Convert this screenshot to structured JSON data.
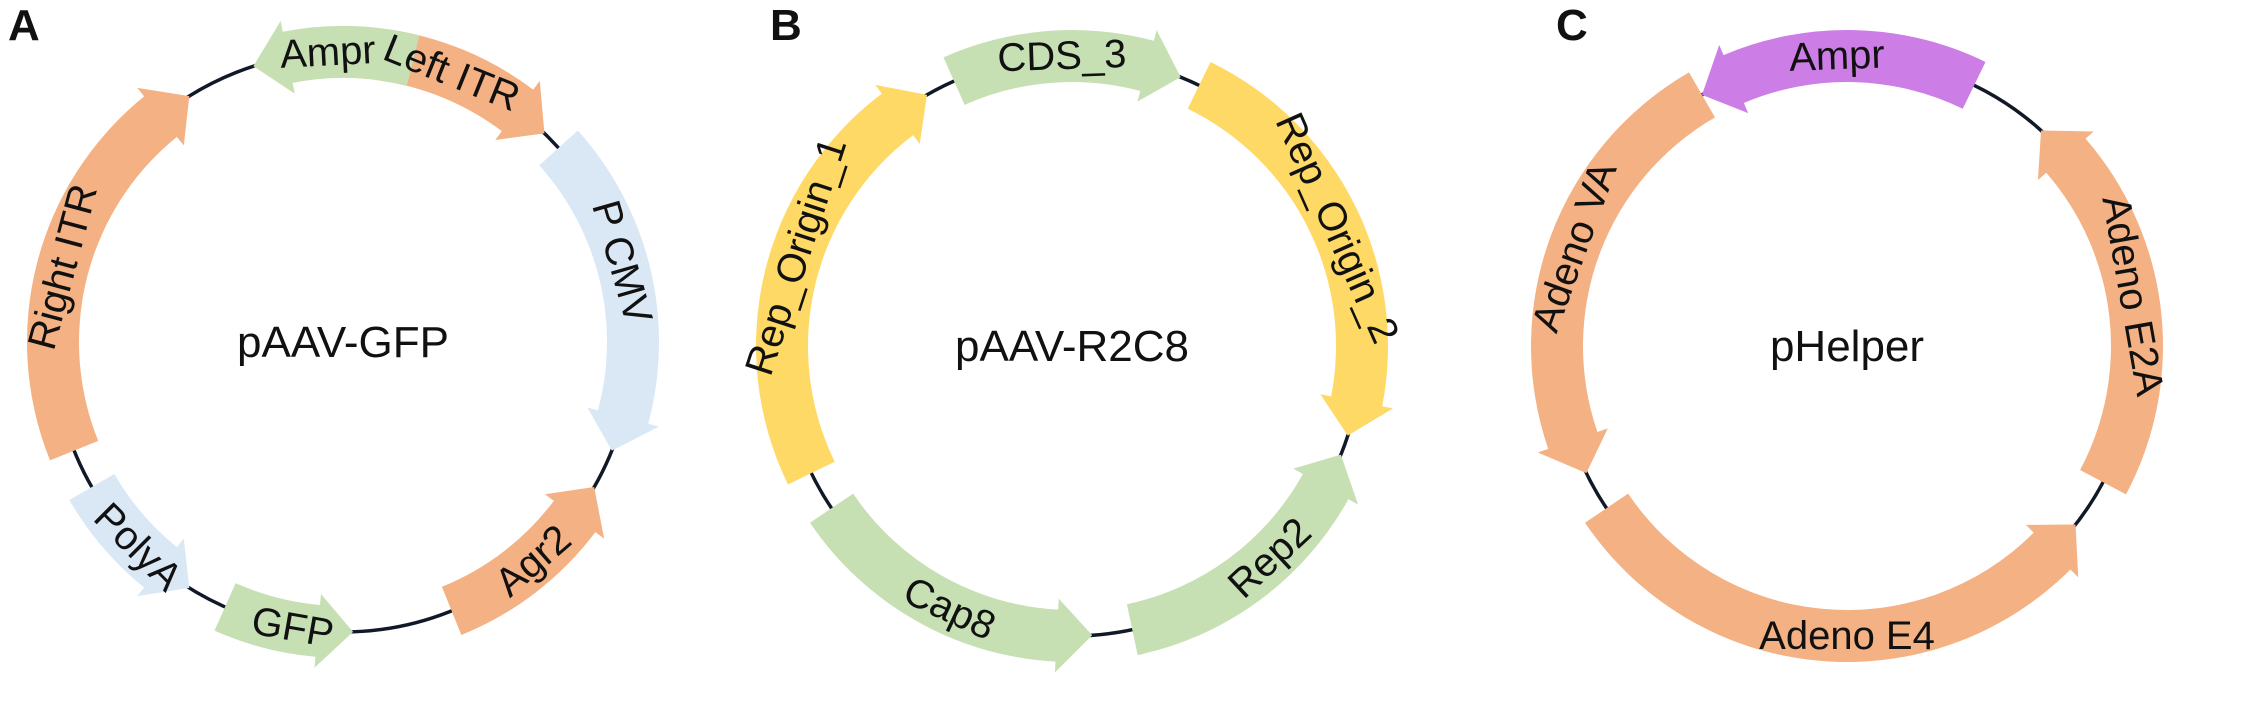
{
  "figure": {
    "panels": [
      {
        "letter": "A",
        "name": "pAAV-GFP",
        "features": [
          {
            "label": "Ampr",
            "direction": "ccw",
            "color": "#c6e0b4"
          },
          {
            "label": "Left ITR",
            "direction": "cw",
            "color": "#f4b183"
          },
          {
            "label": "P CMV",
            "direction": "cw",
            "color": "#dae8f5"
          },
          {
            "label": "Agr2",
            "direction": "ccw",
            "color": "#f4b183"
          },
          {
            "label": "GFP",
            "direction": "ccw",
            "color": "#c6e0b4"
          },
          {
            "label": "PolyA",
            "direction": "ccw",
            "color": "#dae8f5"
          },
          {
            "label": "Right ITR",
            "direction": "cw",
            "color": "#f4b183"
          }
        ]
      },
      {
        "letter": "B",
        "name": "pAAV-R2C8",
        "features": [
          {
            "label": "CDS_3",
            "direction": "cw",
            "color": "#c6e0b4"
          },
          {
            "label": "Rep_Origin_2",
            "direction": "cw",
            "color": "#ffd966"
          },
          {
            "label": "Rep2",
            "direction": "ccw",
            "color": "#c6e0b4"
          },
          {
            "label": "Cap8",
            "direction": "ccw",
            "color": "#c6e0b4"
          },
          {
            "label": "Rep_Origin_1",
            "direction": "cw",
            "color": "#ffd966"
          }
        ]
      },
      {
        "letter": "C",
        "name": "pHelper",
        "features": [
          {
            "label": "Ampr",
            "direction": "ccw",
            "color": "#cc7ee6"
          },
          {
            "label": "Adeno E2A",
            "direction": "ccw",
            "color": "#f4b183"
          },
          {
            "label": "Adeno E4",
            "direction": "ccw",
            "color": "#f4b183"
          },
          {
            "label": "Adeno VA",
            "direction": "ccw",
            "color": "#f4b183"
          }
        ]
      }
    ]
  }
}
